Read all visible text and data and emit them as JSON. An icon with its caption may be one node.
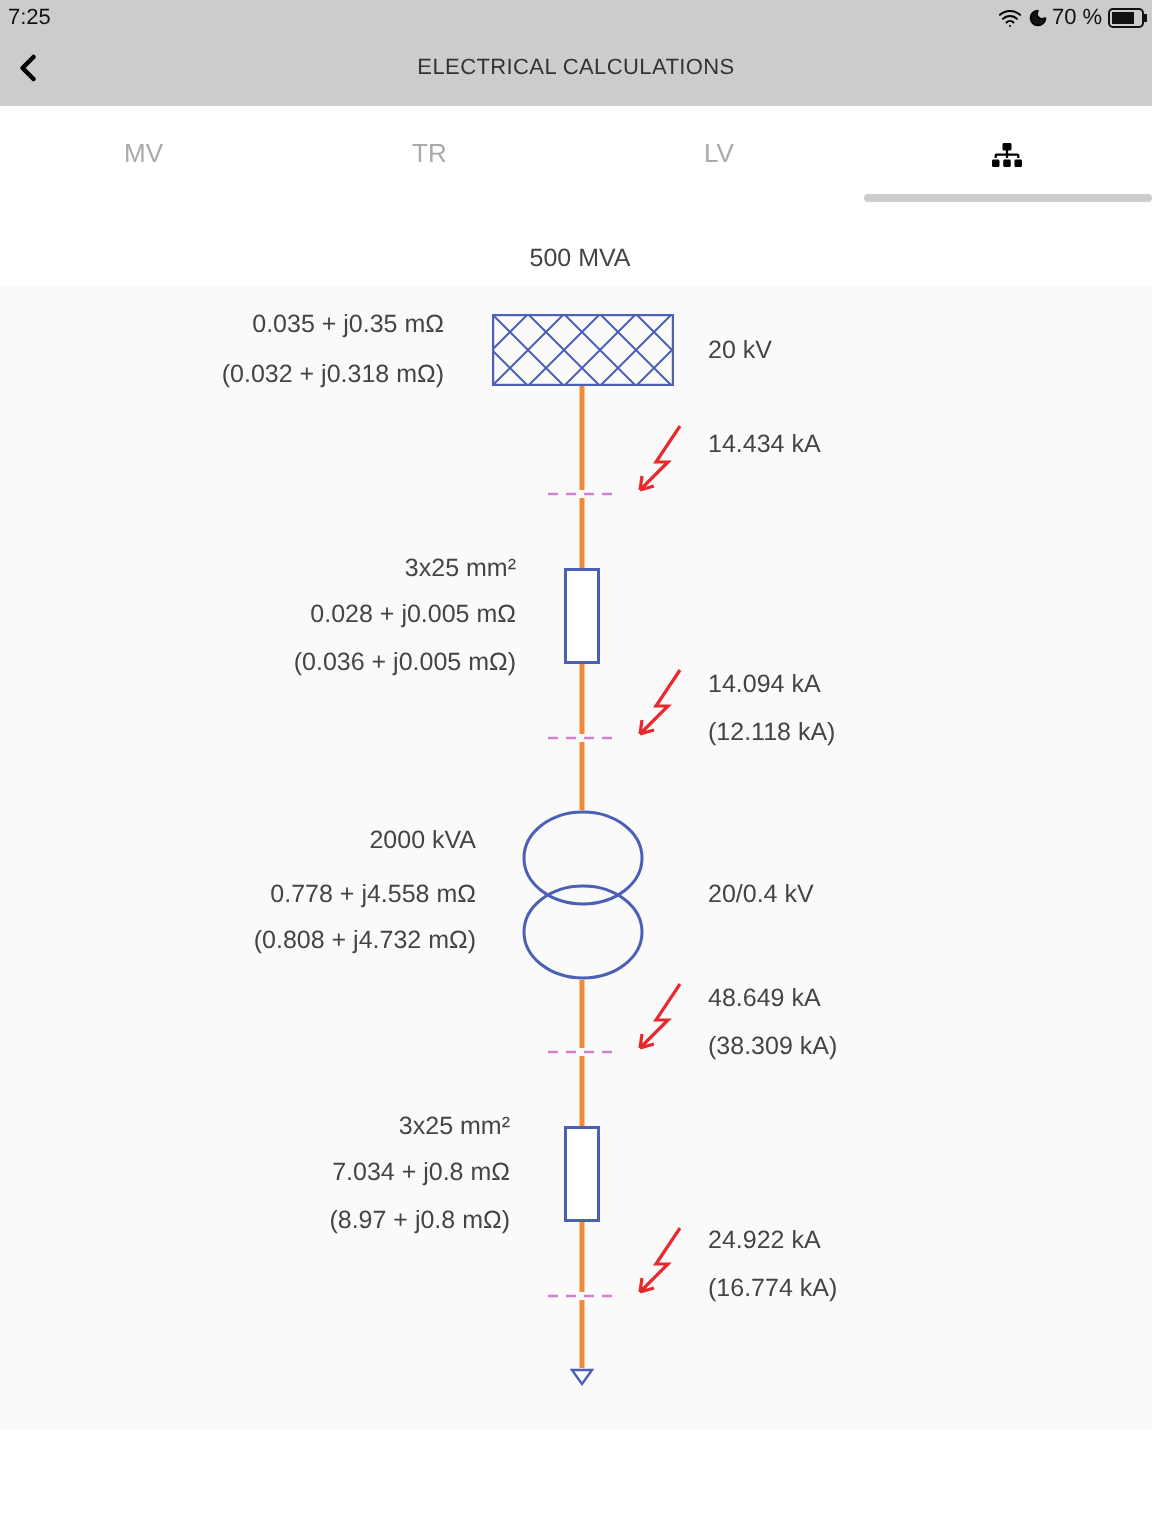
{
  "diagram": {
    "title": "ELECTRICAL CALCULATIONS",
    "nodes": [
      {
        "text": [],
        "shape": "box",
        "beside": [
          "500 MVA",
          "0.035 + j0.35 mΩ",
          "(0.032 + j0.318 mΩ)",
          "20 kV"
        ]
      },
      {
        "text": [],
        "shape": "bar",
        "beside": [
          "14.434 kA"
        ]
      },
      {
        "text": [],
        "shape": "box",
        "beside": [
          "3x25 mm²",
          "0.028 + j0.005 mΩ",
          "(0.036 + j0.005 mΩ)"
        ]
      },
      {
        "text": [],
        "shape": "bar",
        "beside": [
          "14.094 kA",
          "(12.118 kA)"
        ]
      },
      {
        "text": [],
        "shape": "circle",
        "beside": [
          "2000 kVA",
          "0.778 + j4.558 mΩ",
          "(0.808 + j4.732 mΩ)",
          "20/0.4 kV"
        ]
      },
      {
        "text": [],
        "shape": "bar",
        "beside": [
          "48.649 kA",
          "(38.309 kA)"
        ]
      },
      {
        "text": [],
        "shape": "box",
        "beside": [
          "3x25 mm²",
          "7.034 + j0.8 mΩ",
          "(8.97 + j0.8 mΩ)"
        ]
      },
      {
        "text": [],
        "shape": "bar",
        "beside": [
          "24.922 kA",
          "(16.774 kA)"
        ]
      },
      {
        "text": [],
        "shape": "triangle"
      }
    ],
    "edges": [
      {
        "from": 0,
        "to": 1,
        "arrow": "none"
      },
      {
        "from": 1,
        "to": 2,
        "arrow": "none"
      },
      {
        "from": 2,
        "to": 3,
        "arrow": "none"
      },
      {
        "from": 3,
        "to": 4,
        "arrow": "none"
      },
      {
        "from": 4,
        "to": 5,
        "arrow": "none"
      },
      {
        "from": 5,
        "to": 6,
        "arrow": "none"
      },
      {
        "from": 6,
        "to": 7,
        "arrow": "none"
      },
      {
        "from": 7,
        "to": 8,
        "arrow": "none"
      }
    ],
    "labels": [
      "7:25",
      "70 %",
      "MV",
      "TR",
      "LV"
    ]
  }
}
